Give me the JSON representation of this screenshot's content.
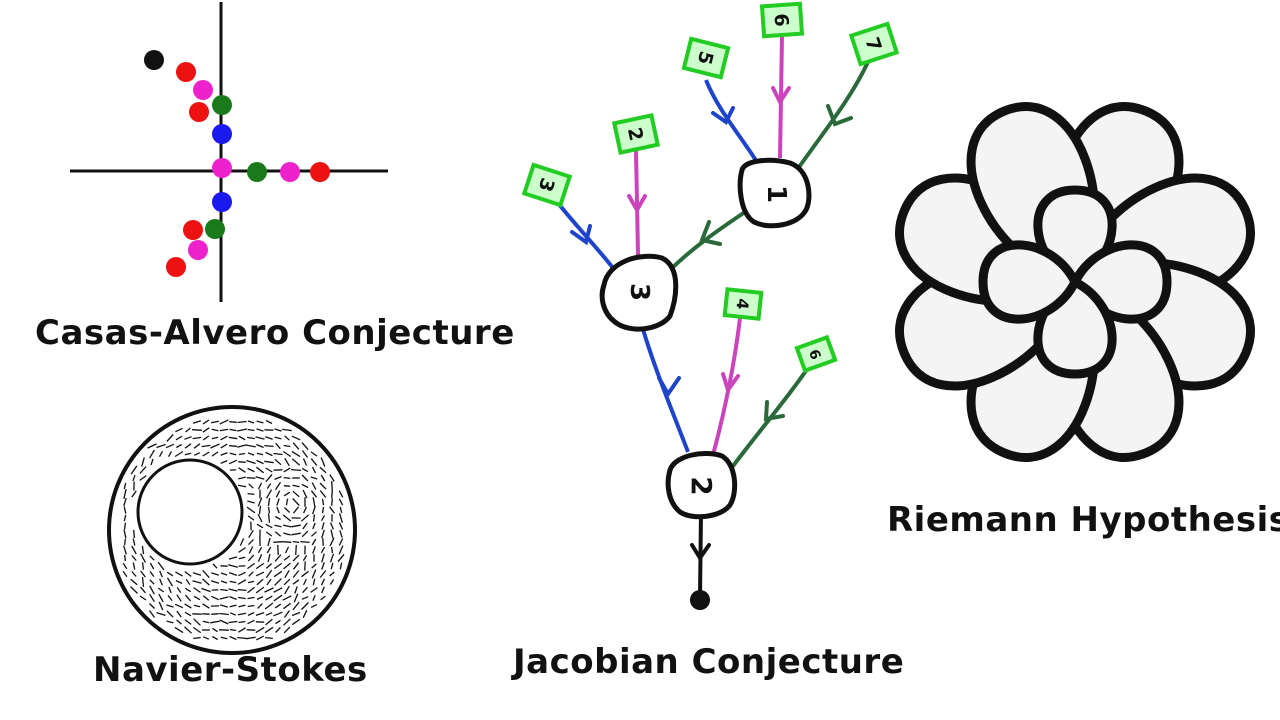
{
  "captions": {
    "casas_alvero": "Casas-Alvero Conjecture",
    "navier_stokes": "Navier-Stokes",
    "jacobian": "Jacobian Conjecture",
    "riemann": "Riemann Hypothesis"
  },
  "jacobian_tree": {
    "internal_nodes": [
      "1",
      "3",
      "2"
    ],
    "leaf_tags": [
      "5",
      "6",
      "7",
      "2",
      "3",
      "4",
      "6"
    ]
  },
  "colors": {
    "red": "#ee1111",
    "magenta": "#ee22cc",
    "green": "#1a7a1a",
    "blue": "#1a1aee",
    "black": "#111111",
    "leaf_border": "#22cc22",
    "leaf_fill": "#ccffcc",
    "edge_blue": "#1f44cc",
    "edge_magenta": "#cc44bb",
    "edge_green": "#2a6a3a",
    "petal_fill": "#f4f4f4"
  }
}
